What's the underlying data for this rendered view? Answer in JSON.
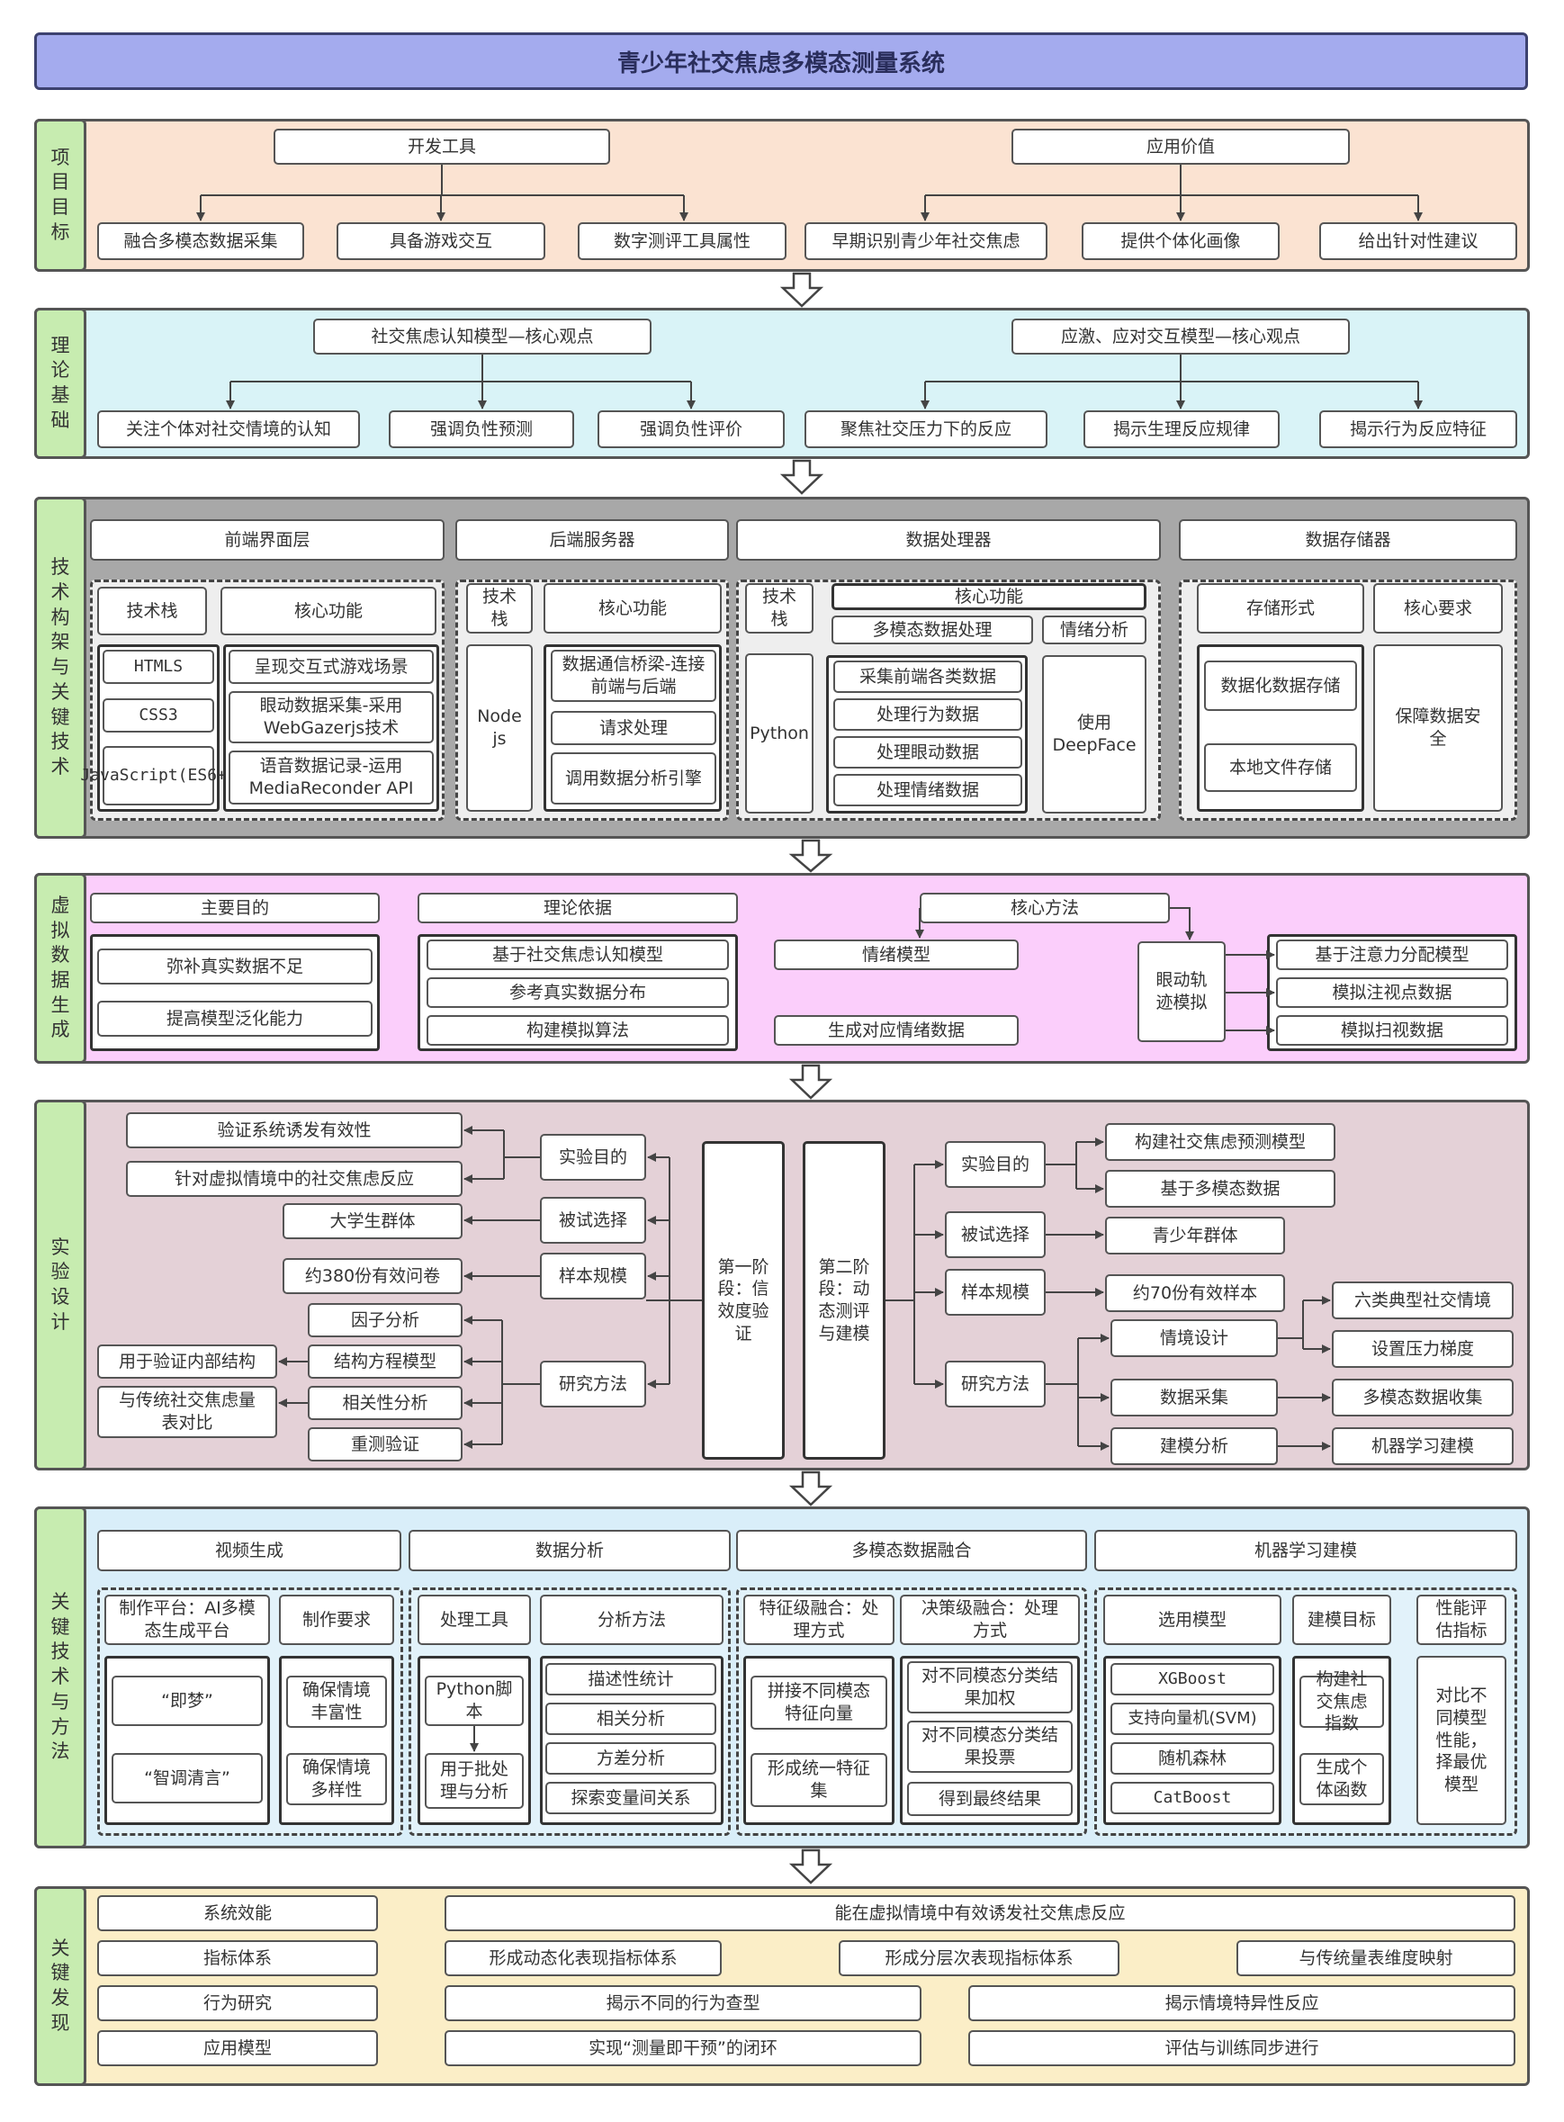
{
  "title": "青少年社交焦虑多模态测量系统",
  "colors": {
    "title": "#a4abee",
    "s1": "#fbe3d2",
    "s2": "#d9f3f7",
    "s3": "#a8a8a8",
    "s4": "#fbcefb",
    "s5": "#e4d1d7",
    "s6": "#d9eef9",
    "s7": "#fbeec7",
    "side": "#c7ecb0"
  },
  "s1": {
    "label": "项目目标",
    "dev": "开发工具",
    "app": "应用价值",
    "c1": "融合多模态数据采集",
    "c2": "具备游戏交互",
    "c3": "数字测评工具属性",
    "c4": "早期识别青少年社交焦虑",
    "c5": "提供个体化画像",
    "c6": "给出针对性建议"
  },
  "s2": {
    "label": "理论基础",
    "m1": "社交焦虑认知模型—核心观点",
    "m2": "应激、应对交互模型—核心观点",
    "c1": "关注个体对社交情境的认知",
    "c2": "强调负性预测",
    "c3": "强调负性评价",
    "c4": "聚焦社交压力下的反应",
    "c5": "揭示生理反应规律",
    "c6": "揭示行为反应特征"
  },
  "s3": {
    "label": "技术构架与关键技术",
    "h1": "前端界面层",
    "h2": "后端服务器",
    "h3": "数据处理器",
    "h4": "数据存储器",
    "tech": "技术栈",
    "core": "核心功能",
    "f_t1": "HTMLS",
    "f_t2": "CSS3",
    "f_t3": "JavaScript(ES6+)",
    "f_c1": "呈现交互式游戏场景",
    "f_c2": "眼动数据采集-采用WebGazerjs技术",
    "f_c3": "语音数据记录-运用MediaReconder API",
    "b_tech": "Node js",
    "b_c1": "数据通信桥梁-连接前端与后端",
    "b_c2": "请求处理",
    "b_c3": "调用数据分析引擎",
    "p_tech": "Python",
    "p_sub1": "多模态数据处理",
    "p_sub2": "情绪分析",
    "p_c1": "采集前端各类数据",
    "p_c2": "处理行为数据",
    "p_c3": "处理眼动数据",
    "p_c4": "处理情绪数据",
    "p_use": "使用DeepFace",
    "s_h1": "存储形式",
    "s_h2": "核心要求",
    "s_c1": "数据化数据存储",
    "s_c2": "本地文件存储",
    "s_c3": "保障数据安全"
  },
  "s4": {
    "label": "虚拟数据生成",
    "h1": "主要目的",
    "h2": "理论依据",
    "h3": "核心方法",
    "a1": "弥补真实数据不足",
    "a2": "提高模型泛化能力",
    "b1": "基于社交焦虑认知模型",
    "b2": "参考真实数据分布",
    "b3": "构建模拟算法",
    "e1": "情绪模型",
    "e2": "生成对应情绪数据",
    "eye": "眼动轨迹模拟",
    "r1": "基于注意力分配模型",
    "r2": "模拟注视点数据",
    "r3": "模拟扫视数据"
  },
  "s5": {
    "label": "实验设计",
    "p1": "第一阶段：信效度验证",
    "p2": "第二阶段：动态测评与建模",
    "l_purpose": "实验目的",
    "l_subject": "被试选择",
    "l_size": "样本规模",
    "l_method": "研究方法",
    "l_pur1": "验证系统诱发有效性",
    "l_pur2": "针对虚拟情境中的社交焦虑反应",
    "l_sub": "大学生群体",
    "l_sz": "约380份有效问卷",
    "l_m1": "因子分析",
    "l_m2": "结构方程模型",
    "l_m3": "相关性分析",
    "l_m4": "重测验证",
    "l_m2n": "用于验证内部结构",
    "l_m3n": "与传统社交焦虑量表对比",
    "r_purpose": "实验目的",
    "r_subject": "被试选择",
    "r_size": "样本规模",
    "r_method": "研究方法",
    "r_pur1": "构建社交焦虑预测模型",
    "r_pur2": "基于多模态数据",
    "r_sub": "青少年群体",
    "r_sz": "约70份有效样本",
    "r_m1": "情境设计",
    "r_m2": "数据采集",
    "r_m3": "建模分析",
    "r_m1a": "六类典型社交情境",
    "r_m1b": "设置压力梯度",
    "r_m2a": "多模态数据收集",
    "r_m3a": "机器学习建模"
  },
  "s6": {
    "label": "关键技术与方法",
    "h1": "视频生成",
    "h2": "数据分析",
    "h3": "多模态数据融合",
    "h4": "机器学习建模",
    "v_plat": "制作平台：AI多模态生成平台",
    "v_req": "制作要求",
    "v_a": "“即梦”",
    "v_b": "“智调清言”",
    "v_r1": "确保情境丰富性",
    "v_r2": "确保情境多样性",
    "d_tool": "处理工具",
    "d_method": "分析方法",
    "d_py": "Python脚本",
    "d_batch": "用于批处理与分析",
    "d_m1": "描述性统计",
    "d_m2": "相关分析",
    "d_m3": "方差分析",
    "d_m4": "探索变量间关系",
    "f_feat": "特征级融合：处理方式",
    "f_dec": "决策级融合：处理方式",
    "f_a1": "拼接不同模态特征向量",
    "f_a2": "形成统一特征集",
    "f_b1": "对不同模态分类结果加权",
    "f_b2": "对不同模态分类结果投票",
    "f_b3": "得到最终结果",
    "m_sel": "选用模型",
    "m_goal": "建模目标",
    "m_eval": "性能评估指标",
    "m_1": "XGBoost",
    "m_2": "支持向量机(SVM)",
    "m_3": "随机森林",
    "m_4": "CatBoost",
    "m_g1": "构建社交焦虑指数",
    "m_g2": "生成个体函数",
    "m_e": "对比不同模型性能，择最优模型"
  },
  "s7": {
    "label": "关键发现",
    "k1": "系统效能",
    "k2": "指标体系",
    "k3": "行为研究",
    "k4": "应用模型",
    "v1": "能在虚拟情境中有效诱发社交焦虑反应",
    "v2a": "形成动态化表现指标体系",
    "v2b": "形成分层次表现指标体系",
    "v2c": "与传统量表维度映射",
    "v3a": "揭示不同的行为查型",
    "v3b": "揭示情境特异性反应",
    "v4a": "实现“测量即干预”的闭环",
    "v4b": "评估与训练同步进行"
  }
}
